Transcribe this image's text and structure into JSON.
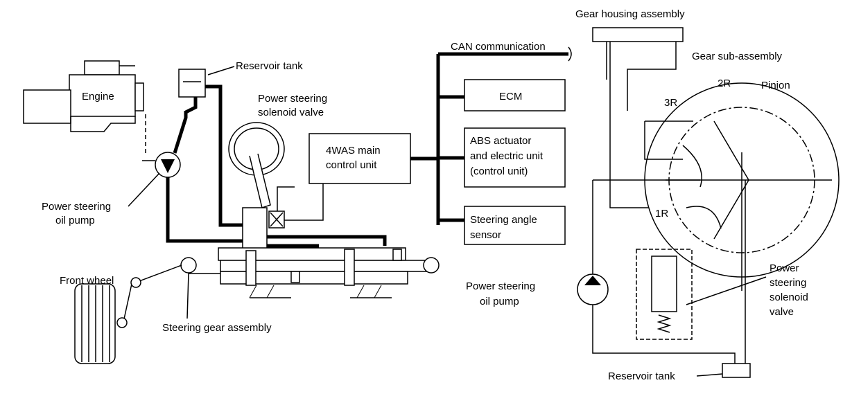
{
  "left": {
    "engine": "Engine",
    "reservoir_tank": "Reservoir tank",
    "solenoid_valve": [
      "Power steering",
      "solenoid valve"
    ],
    "oil_pump": [
      "Power steering",
      "oil pump"
    ],
    "front_wheel": "Front wheel",
    "steering_gear": "Steering gear assembly"
  },
  "control": {
    "main_unit": [
      "4WAS main",
      "control unit"
    ],
    "can": "CAN communication",
    "ecm": "ECM",
    "abs": [
      "ABS actuator",
      "and electric unit",
      "(control unit)"
    ],
    "steering_angle": [
      "Steering angle",
      "sensor"
    ]
  },
  "right": {
    "gear_housing": "Gear housing assembly",
    "gear_sub": "Gear sub-assembly",
    "r2": "2R",
    "r3": "3R",
    "pinion": "Pinion",
    "r1": "1R",
    "oil_pump": [
      "Power steering",
      "oil pump"
    ],
    "solenoid_valve": [
      "Power",
      "steering",
      "solenoid",
      "valve"
    ],
    "reservoir_tank": "Reservoir tank"
  }
}
